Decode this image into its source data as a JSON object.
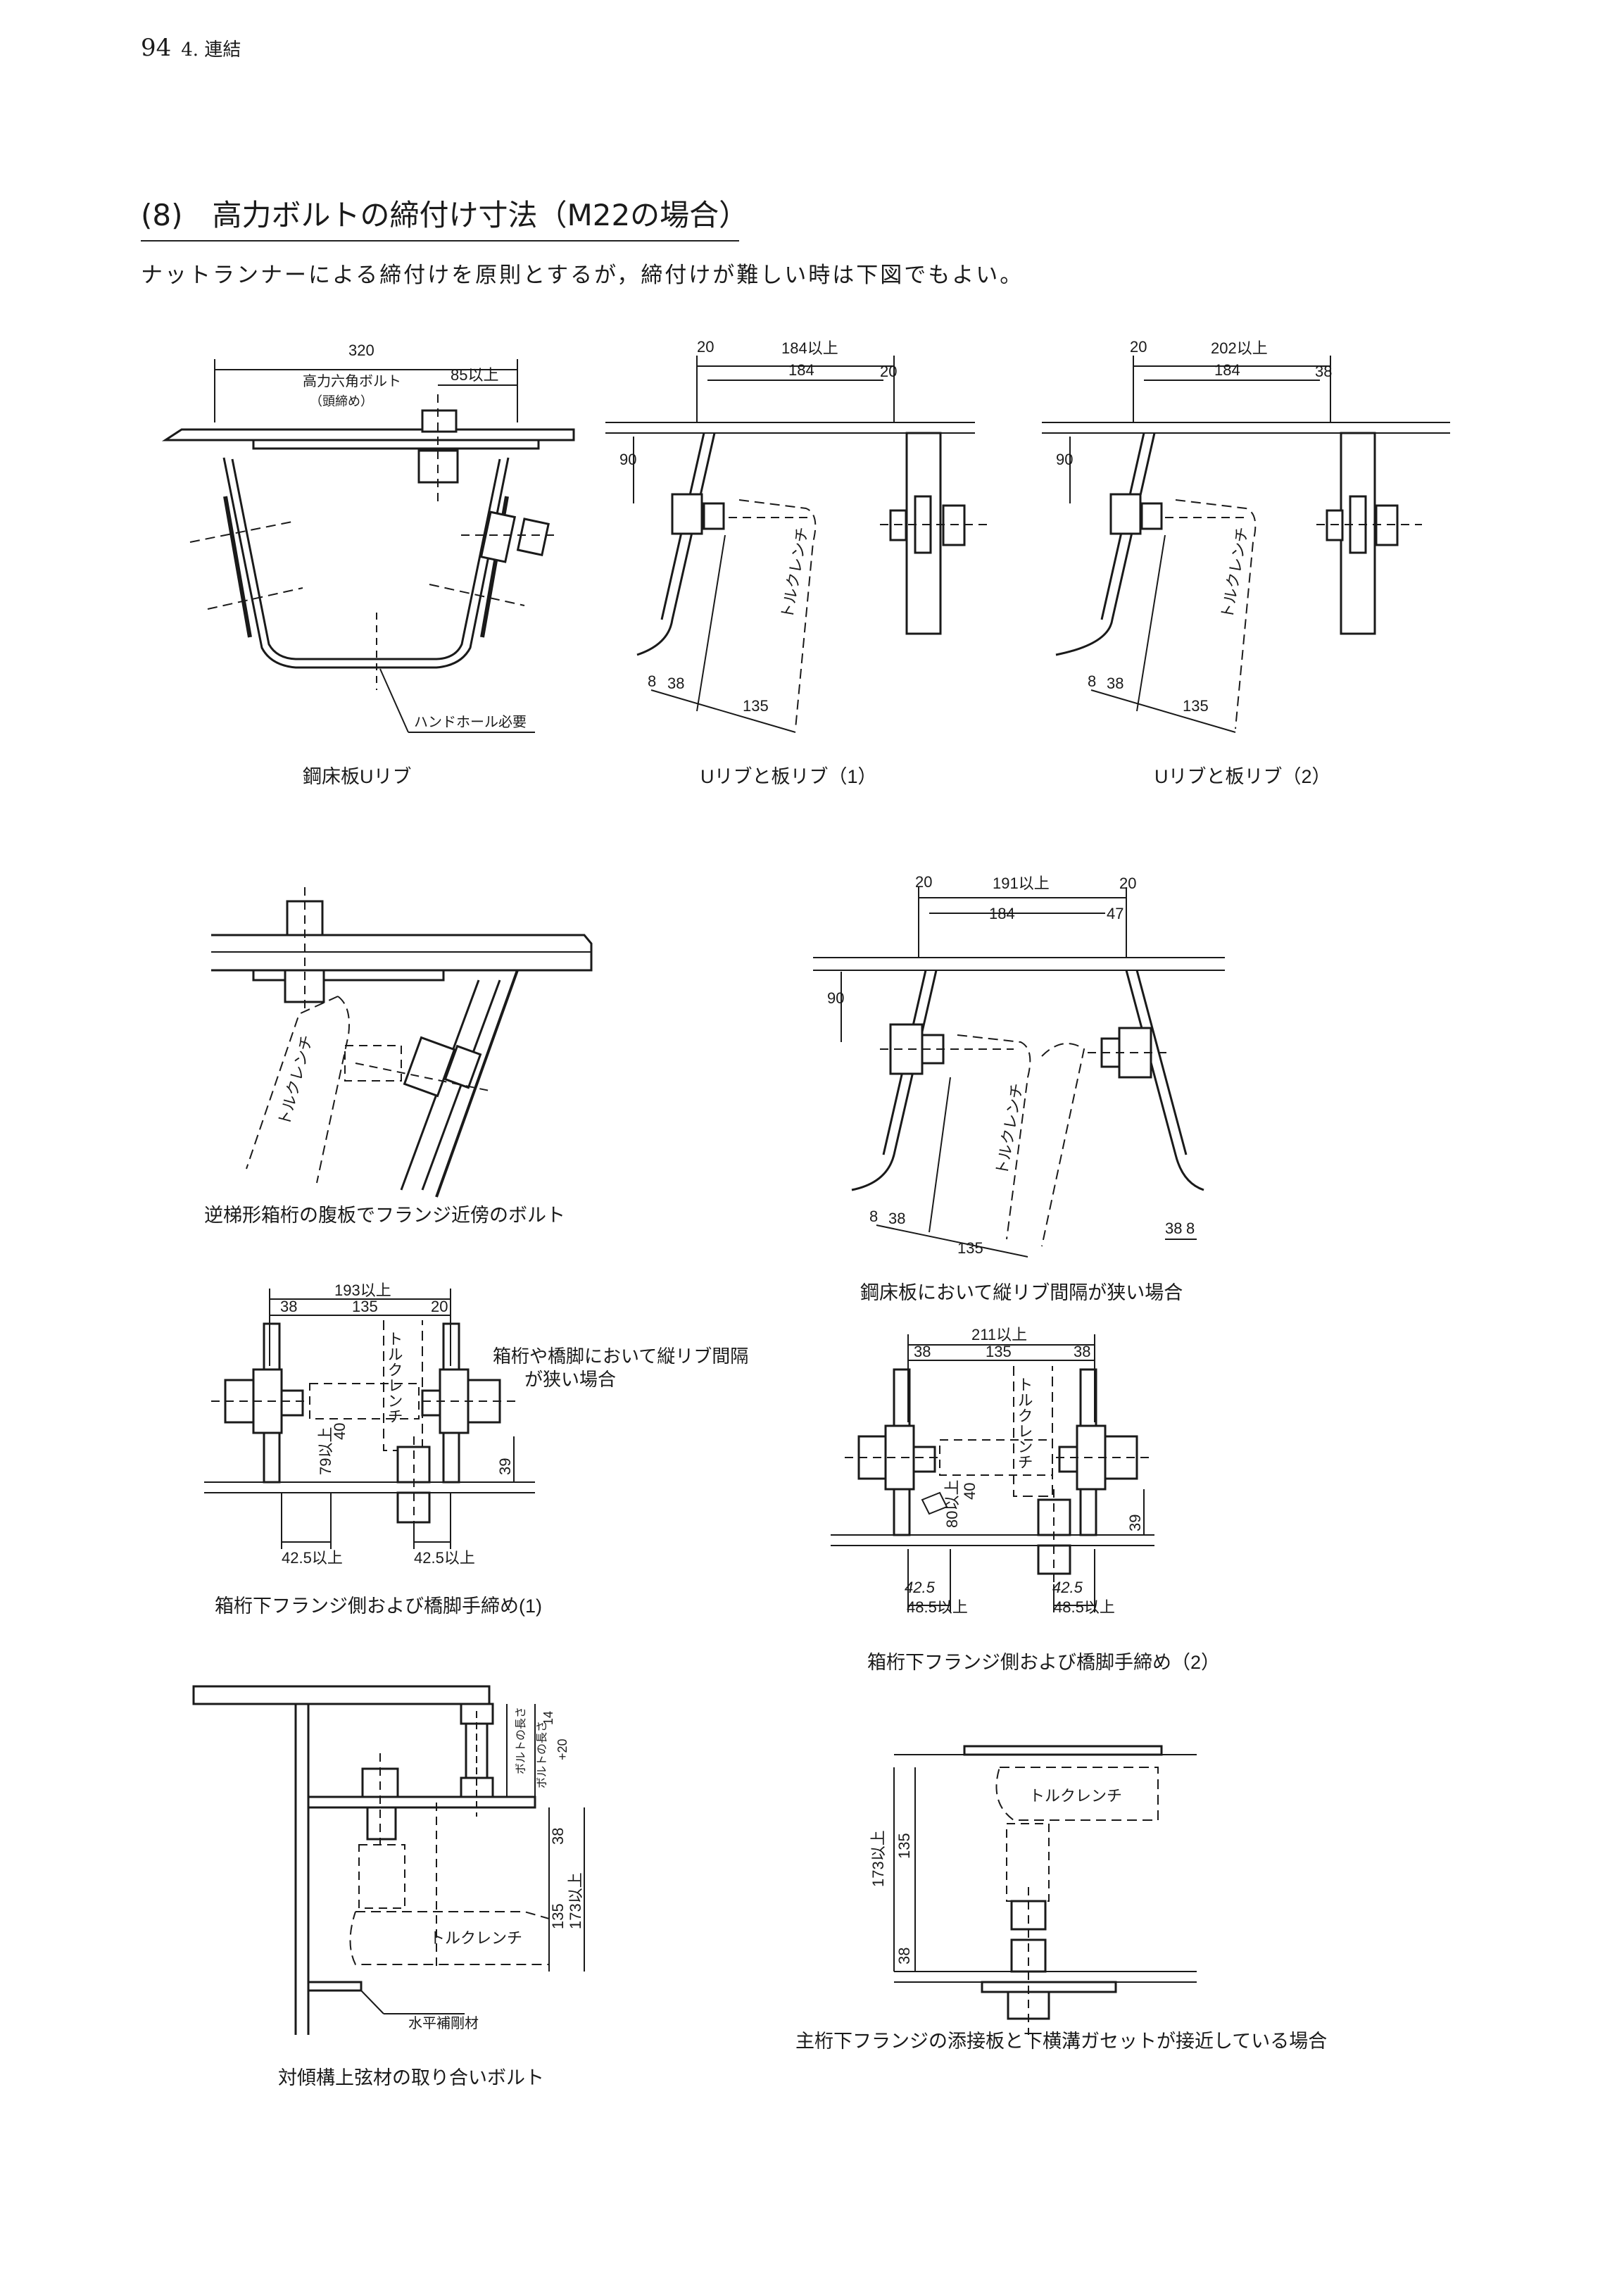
{
  "header": {
    "page_number": "94",
    "section": "4. 連結"
  },
  "title": "(8)　高力ボルトの締付け寸法（M22の場合）",
  "intro": "ナットランナーによる締付けを原則とするが，締付けが難しい時は下図でもよい。",
  "figures": {
    "f1": {
      "caption": "鋼床板Uリブ",
      "dims": [
        "320",
        "85以上"
      ],
      "labels": [
        "高力六角ボルト",
        "（頭締め）",
        "ハンドホール必要"
      ]
    },
    "f2": {
      "caption": "Uリブと板リブ（1）",
      "dims": [
        "20",
        "184以上",
        "184",
        "20",
        "90",
        "8",
        "38",
        "135"
      ],
      "wrench": "トルクレンチ"
    },
    "f3": {
      "caption": "Uリブと板リブ（2）",
      "dims": [
        "20",
        "202以上",
        "184",
        "38",
        "90",
        "8",
        "38",
        "135"
      ],
      "wrench": "トルクレンチ"
    },
    "f4": {
      "caption": "逆梯形箱桁の腹板でフランジ近傍のボルト",
      "wrench": "トルクレンチ"
    },
    "f5": {
      "caption": "鋼床板において縦リブ間隔が狭い場合",
      "dims": [
        "20",
        "191以上",
        "20",
        "184",
        "47",
        "90",
        "8",
        "38",
        "135",
        "38",
        "8"
      ],
      "wrench": "トルクレンチ"
    },
    "f6": {
      "caption": "箱桁下フランジ側および橋脚手締め(1)",
      "dims": [
        "193以上",
        "38",
        "135",
        "20",
        "40",
        "79以上",
        "39",
        "42.5以上",
        "42.5以上"
      ],
      "wrench": "トルクレンチ",
      "note": [
        "箱桁や橋脚において縦リブ間隔",
        "が狭い場合"
      ]
    },
    "f7": {
      "caption": "箱桁下フランジ側および橋脚手締め（2）",
      "dims": [
        "211以上",
        "38",
        "135",
        "38",
        "40",
        "80以上",
        "39",
        "42.5",
        "42.5",
        "48.5以上",
        "48.5以上"
      ],
      "wrench": "トルクレンチ"
    },
    "f8": {
      "caption": "対傾構上弦材の取り合いボルト",
      "dims": [
        "14",
        "ボルトの長さ",
        "ボルトの長さ",
        "+20",
        "38",
        "135",
        "173以上"
      ],
      "wrench": "トルクレンチ",
      "label": "水平補剛材"
    },
    "f9": {
      "caption": "主桁下フランジの添接板と下横溝ガセットが接近している場合",
      "dims": [
        "173以上",
        "135",
        "38"
      ],
      "wrench": "トルクレンチ"
    }
  }
}
